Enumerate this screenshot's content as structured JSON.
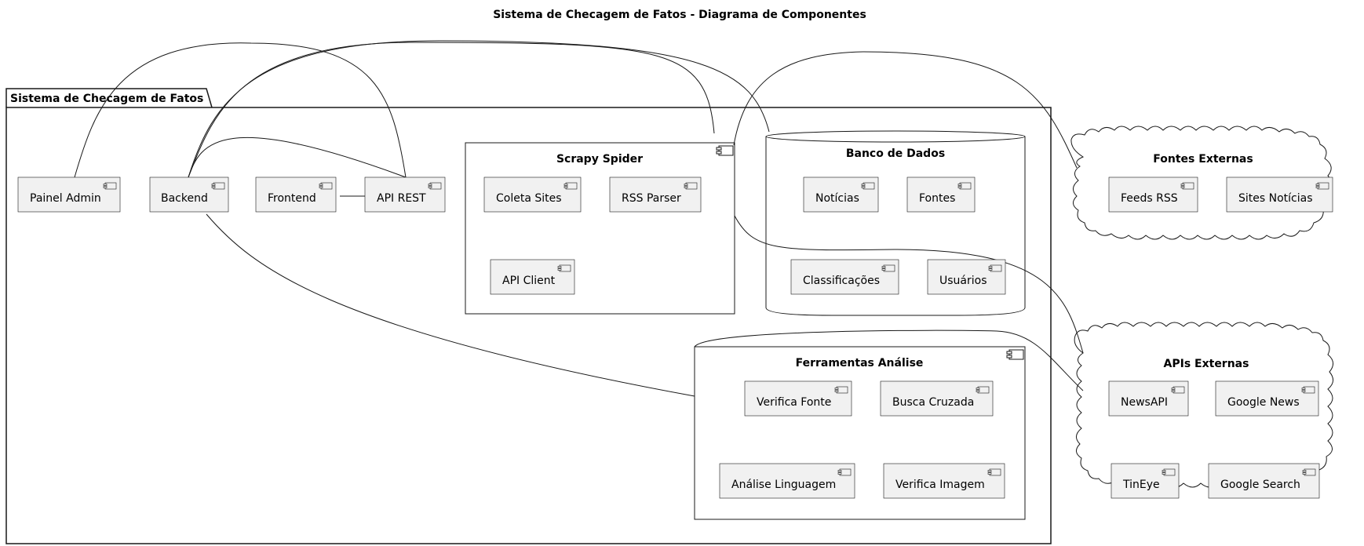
{
  "title": "Sistema de Checagem de Fatos - Diagrama de Componentes",
  "package": {
    "label": "Sistema de Checagem de Fatos"
  },
  "components": {
    "painel_admin": "Painel Admin",
    "backend": "Backend",
    "frontend": "Frontend",
    "api_rest": "API REST"
  },
  "scrapy": {
    "label": "Scrapy Spider",
    "items": [
      "Coleta Sites",
      "RSS Parser",
      "API Client"
    ]
  },
  "database": {
    "label": "Banco de Dados",
    "items": [
      "Notícias",
      "Fontes",
      "Classificações",
      "Usuários"
    ]
  },
  "tools": {
    "label": "Ferramentas Análise",
    "items": [
      "Verifica Fonte",
      "Busca Cruzada",
      "Análise Linguagem",
      "Verifica Imagem"
    ]
  },
  "external_sources": {
    "label": "Fontes Externas",
    "items": [
      "Feeds RSS",
      "Sites Notícias"
    ]
  },
  "external_apis": {
    "label": "APIs Externas",
    "items": [
      "NewsAPI",
      "Google News",
      "TinEye",
      "Google Search"
    ]
  }
}
